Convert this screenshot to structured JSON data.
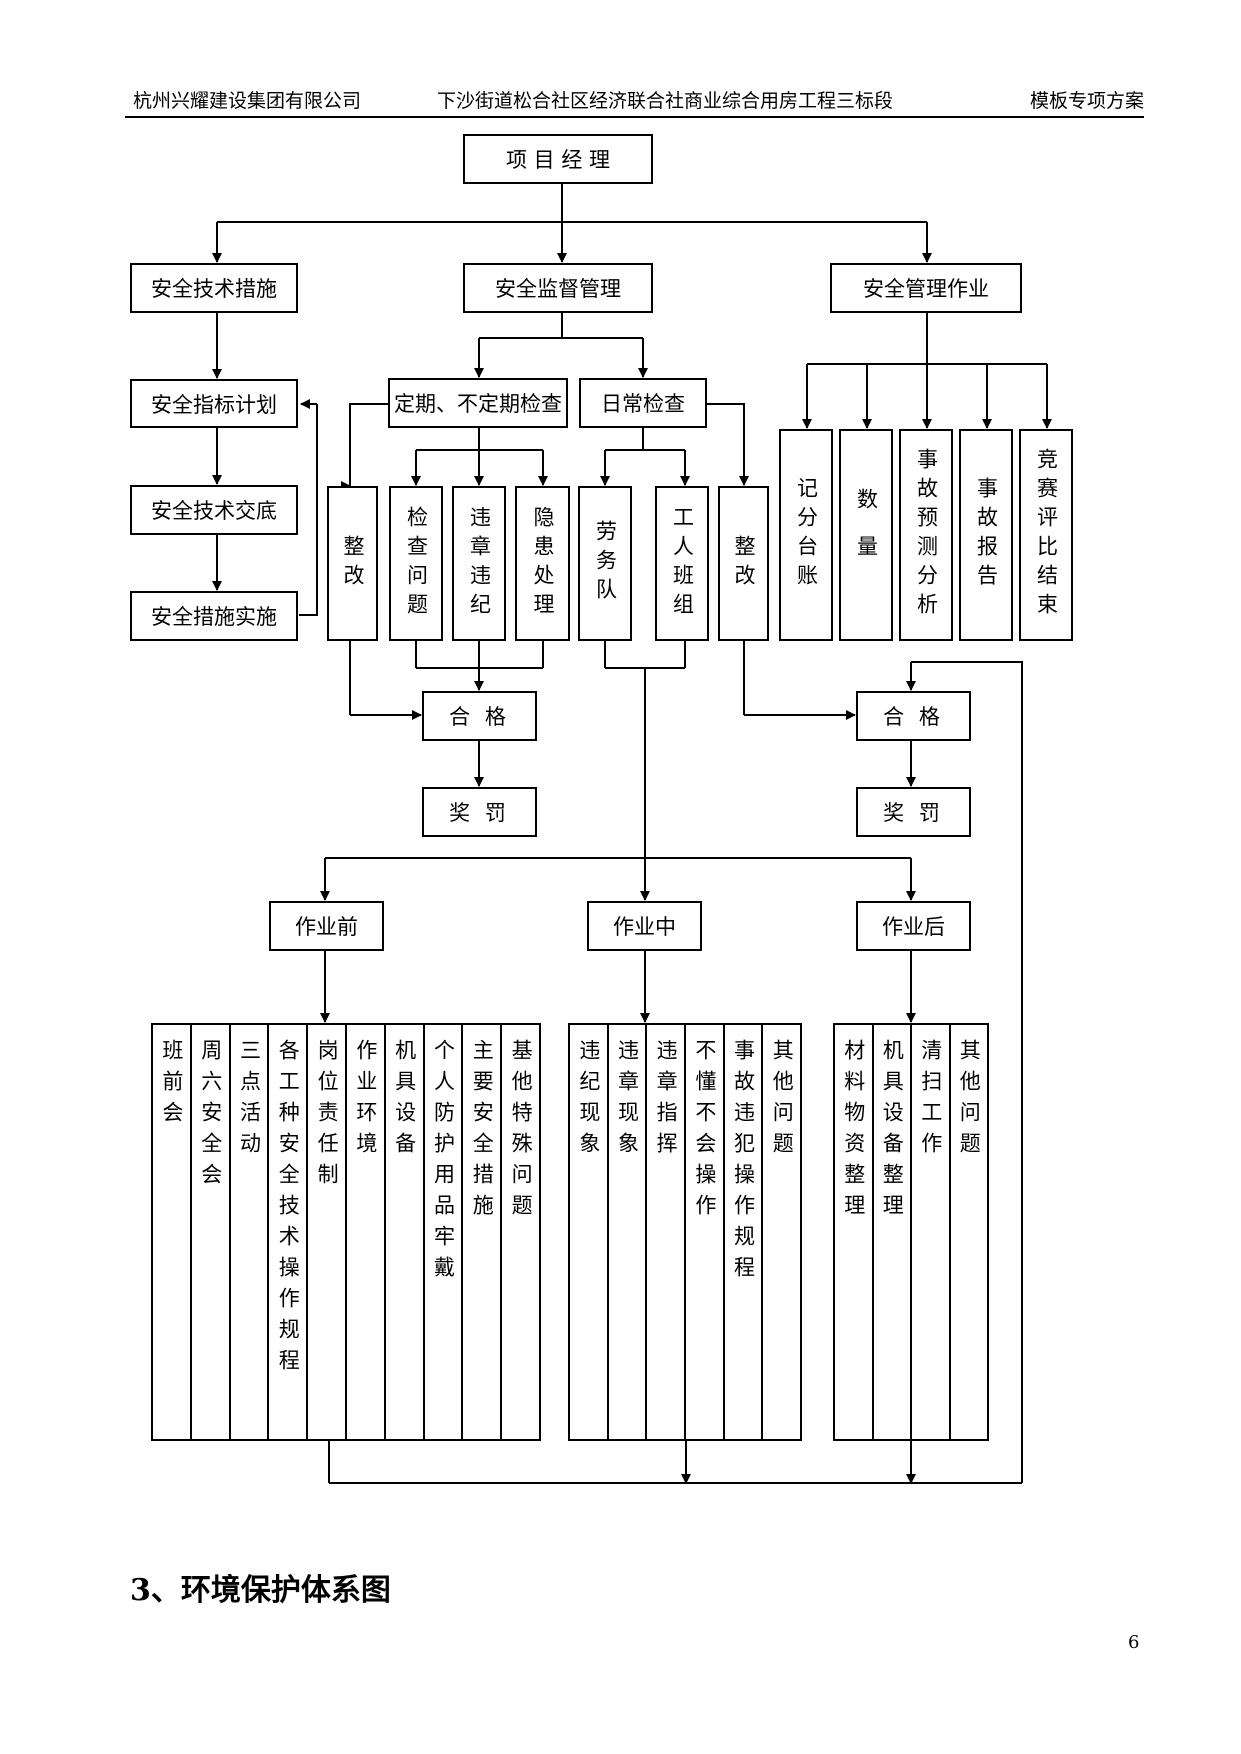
{
  "header": {
    "company": "杭州兴耀建设集团有限公司",
    "project": "下沙街道松合社区经济联合社商业综合用房工程三标段",
    "doc_type": "模板专项方案"
  },
  "chart": {
    "top": "项 目 经 理",
    "level1": {
      "tech": "安全技术措施",
      "supervise": "安全监督管理",
      "manage": "安全管理作业"
    },
    "tech_chain": [
      "安全指标计划",
      "安全技术交底",
      "安全措施实施"
    ],
    "inspect": {
      "periodic": "定期、不定期检查",
      "daily": "日常检查"
    },
    "periodic_items": {
      "rectify": "整改",
      "check_issues": "检查问题",
      "violations": "违章违纪",
      "hazards": "隐患处理"
    },
    "daily_items": {
      "labor": "劳务队",
      "crew": "工人班组",
      "rectify": "整改"
    },
    "manage_items": [
      "记分台账",
      "数量",
      "事故预测分析",
      "事故报告",
      "竞赛评比结束"
    ],
    "pass_left": "合 格",
    "reward_left": "奖 罚",
    "pass_right": "合 格",
    "reward_right": "奖 罚",
    "phases": {
      "before": "作业前",
      "during": "作业中",
      "after": "作业后"
    },
    "before_items": [
      "班前会",
      "周六安全会",
      "三点活动",
      "各工种安全技术操作规程",
      "岗位责任制",
      "作业环境",
      "机具设备",
      "个人防护用品牢戴",
      "主要安全措施",
      "基他特殊问题"
    ],
    "during_items": [
      "违纪现象",
      "违章现象",
      "违章指挥",
      "不懂不会操作",
      "事故违犯操作规程",
      "其他问题"
    ],
    "after_items": [
      "材料物资整理",
      "机具设备整理",
      "清扫工作",
      "其他问题"
    ]
  },
  "section_heading": "3、环境保护体系图",
  "page_number": "6"
}
